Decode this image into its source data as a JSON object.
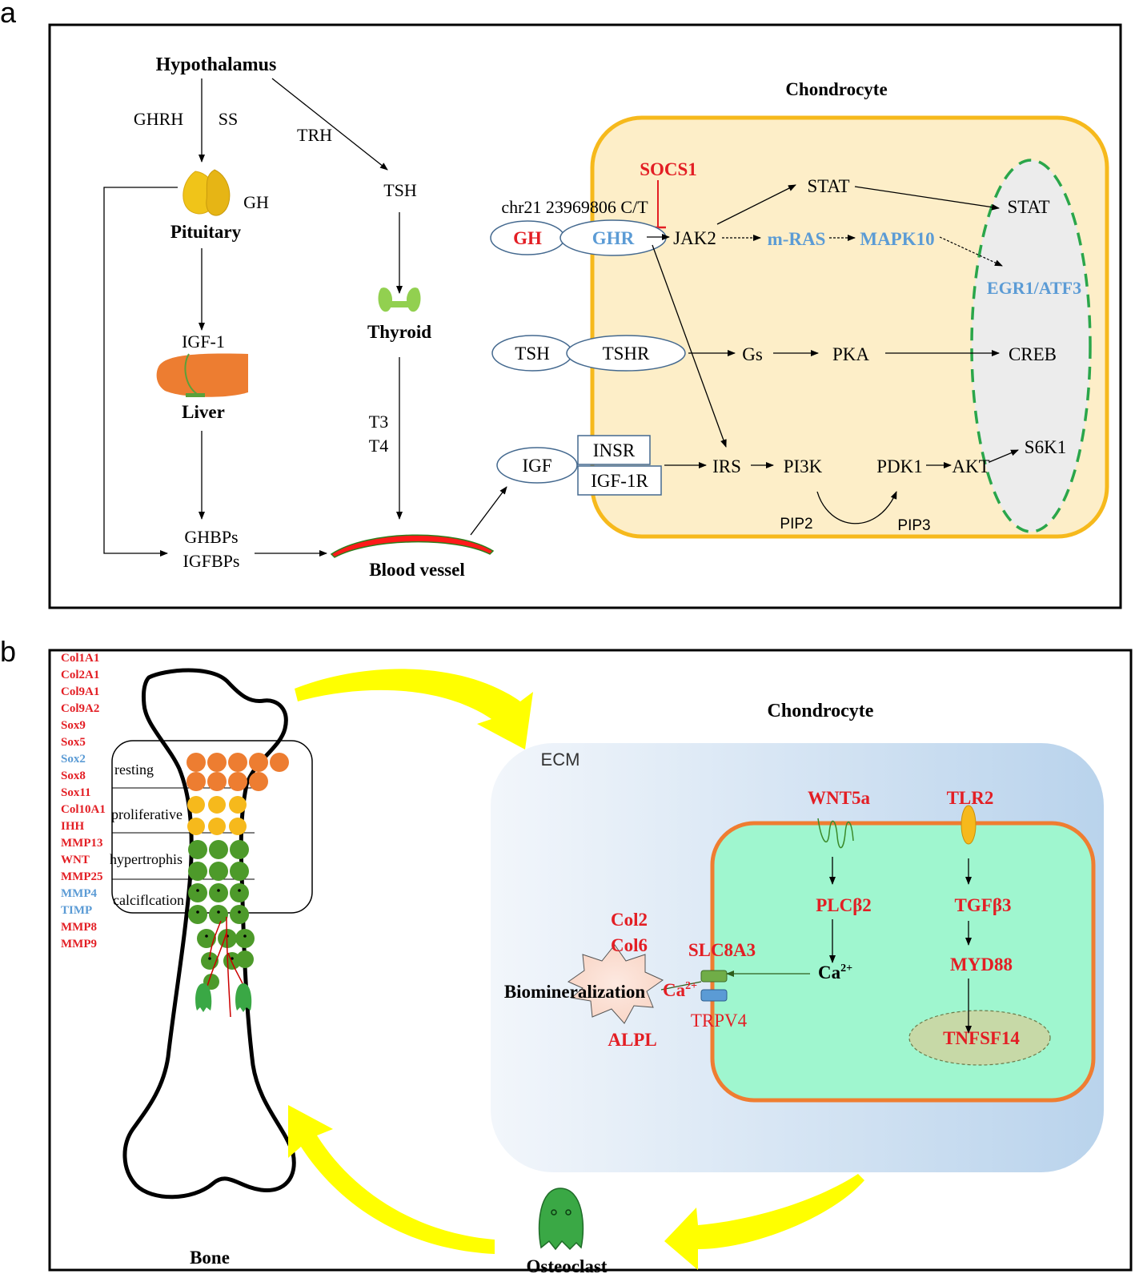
{
  "panel_a": {
    "letter": "a",
    "hypothalamus": "Hypothalamus",
    "ghrh": "GHRH",
    "ss": "SS",
    "trh": "TRH",
    "tsh_top": "TSH",
    "gh_label": "GH",
    "pituitary": "Pituitary",
    "igf1": "IGF-1",
    "liver": "Liver",
    "thyroid": "Thyroid",
    "t3": "T3",
    "t4": "T4",
    "ghbps": "GHBPs",
    "igfbps": "IGFBPs",
    "blood_vessel": "Blood vessel",
    "chondrocyte": "Chondrocyte",
    "socs1": "SOCS1",
    "snp": "chr21 23969806 C/T",
    "gh_ligand": "GH",
    "ghr": "GHR",
    "jak2": "JAK2",
    "mras": "m-RAS",
    "mapk10": "MAPK10",
    "stat1": "STAT",
    "stat2": "STAT",
    "egr": "EGR1/ATF3",
    "tsh_ligand": "TSH",
    "tshr": "TSHR",
    "gs": "Gs",
    "pka": "PKA",
    "creb": "CREB",
    "igf": "IGF",
    "insr": "INSR",
    "igf1r": "IGF-1R",
    "irs": "IRS",
    "pi3k": "PI3K",
    "pdk1": "PDK1",
    "akt": "AKT",
    "s6k1": "S6K1",
    "pip2": "PIP2",
    "pip3": "PIP3"
  },
  "panel_b": {
    "letter": "b",
    "genes": [
      {
        "name": "Col1A1",
        "color": "#e31e24"
      },
      {
        "name": "Col2A1",
        "color": "#e31e24"
      },
      {
        "name": "Col9A1",
        "color": "#e31e24"
      },
      {
        "name": "Col9A2",
        "color": "#e31e24"
      },
      {
        "name": "Sox9",
        "color": "#e31e24"
      },
      {
        "name": "Sox5",
        "color": "#e31e24"
      },
      {
        "name": "Sox2",
        "color": "#5b9bd5"
      },
      {
        "name": "Sox8",
        "color": "#e31e24"
      },
      {
        "name": "Sox11",
        "color": "#e31e24"
      },
      {
        "name": "Col10A1",
        "color": "#e31e24"
      },
      {
        "name": "IHH",
        "color": "#e31e24"
      },
      {
        "name": "MMP13",
        "color": "#e31e24"
      },
      {
        "name": "WNT",
        "color": "#e31e24"
      },
      {
        "name": "MMP25",
        "color": "#e31e24"
      },
      {
        "name": "MMP4",
        "color": "#5b9bd5"
      },
      {
        "name": "TIMP",
        "color": "#5b9bd5"
      },
      {
        "name": "MMP8",
        "color": "#e31e24"
      },
      {
        "name": "MMP9",
        "color": "#e31e24"
      }
    ],
    "zones": [
      "resting",
      "proliferative",
      "hypertrophis",
      "calciflcation"
    ],
    "bone": "Bone",
    "osteoclast": "Osteoclast",
    "chondrocyte": "Chondrocyte",
    "ecm": "ECM",
    "wnt5a": "WNT5a",
    "tlr2": "TLR2",
    "plcb2": "PLCβ2",
    "tgfb3": "TGFβ3",
    "ca_in": "Ca",
    "ca_sup": "2+",
    "myd88": "MYD88",
    "tnfsf14": "TNFSF14",
    "slc8a3": "SLC8A3",
    "trpv4": "TRPV4",
    "col2": "Col2",
    "col6": "Col6",
    "biomineralization": "Biomineralization",
    "ca_out": "Ca",
    "ca_out_sup": "2+",
    "alpl": "ALPL"
  },
  "colors": {
    "red": "#e31e24",
    "blue": "#5b9bd5",
    "cell_fill": "#fdeec8",
    "cell_stroke": "#f6b91c",
    "inner_fill": "#9ff6cf",
    "inner_stroke": "#ef7d31"
  }
}
